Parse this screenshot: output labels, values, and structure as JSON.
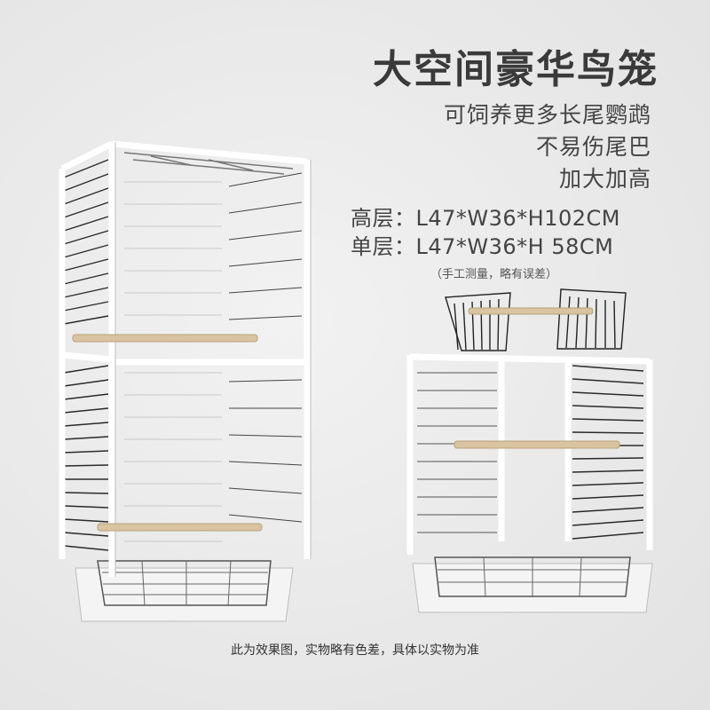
{
  "title": "大空间豪华鸟笼",
  "features": [
    "可饲养更多长尾鹦鹉",
    "不易伤尾巴",
    "加大加高"
  ],
  "dimensions": {
    "high": "高层：L47*W36*H102CM",
    "single": "单层：L47*W36*H 58CM"
  },
  "measure_note": "（手工测量，略有误差）",
  "disclaimer": "此为效果图，实物略有色差，具体以实物为准",
  "colors": {
    "background": "#e9e9e9",
    "frame": "#ffffff",
    "bars": "#2a2a2a",
    "perch": "#d8c4a0"
  }
}
